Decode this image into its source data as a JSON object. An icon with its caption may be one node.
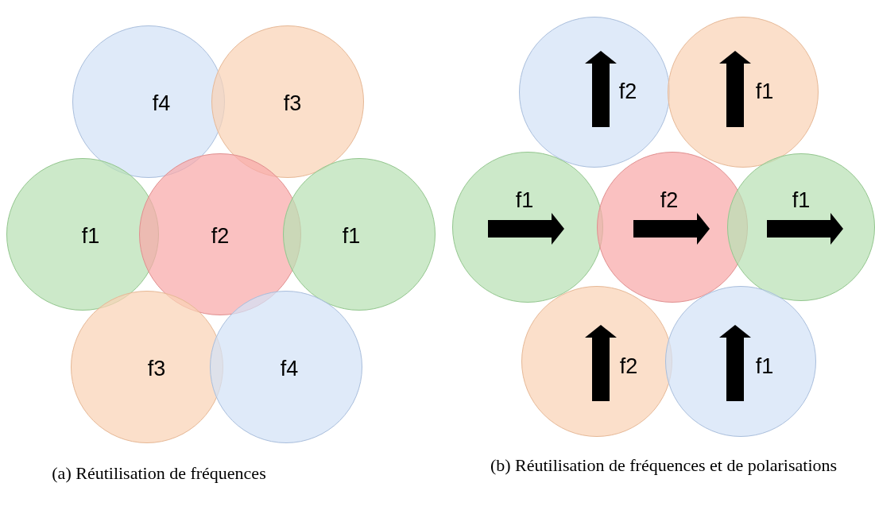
{
  "diagram": {
    "nodes": [
      {
        "text": [
          "f4"
        ]
      },
      {
        "text": [
          "f3"
        ]
      },
      {
        "text": [
          "f1"
        ]
      },
      {
        "text": [
          "f2"
        ]
      },
      {
        "text": [
          "f1"
        ]
      },
      {
        "text": [
          "f3"
        ]
      },
      {
        "text": [
          "f4"
        ]
      },
      {
        "text": [
          "f2"
        ]
      },
      {
        "text": [
          "f1"
        ]
      },
      {
        "text": [
          "f1"
        ]
      },
      {
        "text": [
          "f2"
        ]
      },
      {
        "text": [
          "f1"
        ]
      },
      {
        "text": [
          "f2"
        ]
      },
      {
        "text": [
          "f1"
        ]
      }
    ],
    "edges": [],
    "labels": [
      "(a) Réutilisation de fréquences",
      "(b) Réutilisation de fréquences et de polarisations"
    ]
  }
}
